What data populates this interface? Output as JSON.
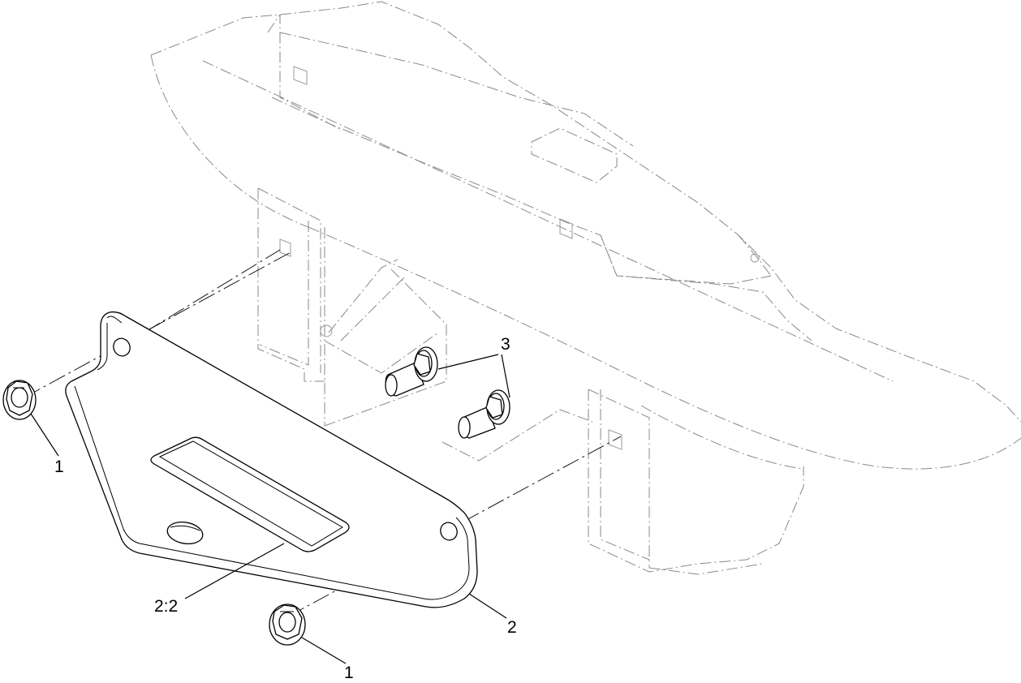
{
  "callouts": {
    "nut_left": "1",
    "nut_bottom": "1",
    "bracket": "2",
    "decal": "2:2",
    "bolts": "3"
  },
  "colors": {
    "line": "#000000",
    "phantom": "#8a8a8a",
    "background": "#ffffff"
  }
}
